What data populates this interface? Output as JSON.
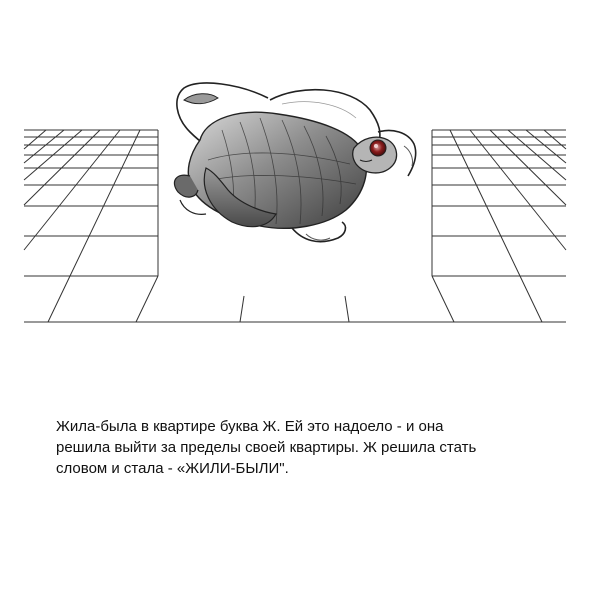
{
  "caption": {
    "lines": [
      "Жила-была в квартире буква Ж. Ей это надоело - и она",
      "решила выйти за пределы своей квартиры. Ж решила стать",
      "словом и стала - «ЖИЛИ-БЫЛИ\"."
    ]
  },
  "illustration": {
    "subject": "letter-zhe-creature-icon",
    "floor": "perspective-grid-floor",
    "colors": {
      "line": "#333333",
      "body": "#7a7a7a",
      "eye": "#8a1c1c",
      "background": "#ffffff"
    }
  }
}
